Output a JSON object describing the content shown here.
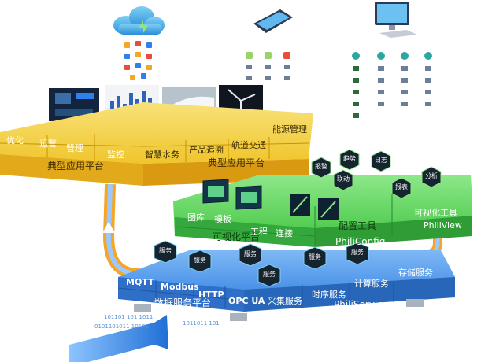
{
  "yellow_layer": {
    "left_labels": [
      "优化",
      "运营",
      "管理",
      "监控"
    ],
    "right_labels": [
      "智慧水务",
      "产品追溯",
      "轨道交通",
      "能源管理"
    ],
    "front_left": "典型应用平台",
    "front_right": "典型应用平台"
  },
  "green_layer": {
    "left_labels": [
      "图库",
      "模板",
      "工程",
      "连接"
    ],
    "front_left": "可视化平台",
    "mid_title": "配置工具",
    "mid_sub": "PhiliConfig",
    "right_title": "可视化工具",
    "right_sub": "PhiliView",
    "badges": [
      "报警",
      "趋势",
      "日志",
      "联动",
      "报表",
      "分析"
    ]
  },
  "blue_layer": {
    "protocols": [
      "MQTT",
      "Modbus",
      "HTTP",
      "OPC UA"
    ],
    "front_left": "数据服务平台",
    "services": [
      "采集服务",
      "时序服务",
      "计算服务",
      "存储服务"
    ],
    "front_right": "PhiliService",
    "badges": [
      "服务",
      "服务",
      "服务",
      "服务",
      "服务",
      "服务"
    ]
  },
  "binary_text": [
    "101101 101 1011",
    "0101101011 10101",
    "1011011 101"
  ],
  "colors": {
    "yellow": "#f2cf3c",
    "green": "#5ed25e",
    "blue": "#3f8ee8",
    "orange": "#f5a623",
    "arrow": "#2f80ed"
  },
  "icons": {
    "cloud": "cloud-icon",
    "tablet": "tablet-icon",
    "monitor": "monitor-icon"
  }
}
